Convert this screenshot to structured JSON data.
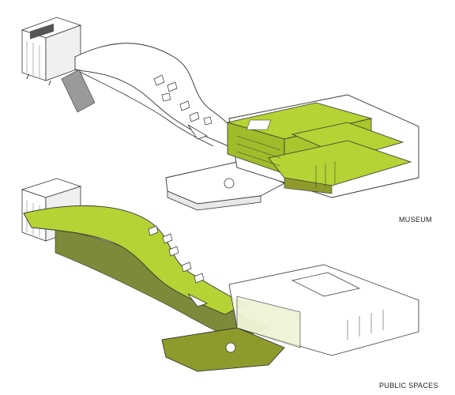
{
  "diagram": {
    "panels": [
      {
        "id": "museum",
        "label": "MUSEUM",
        "highlight": "building"
      },
      {
        "id": "public",
        "label": "PUBLIC SPACES",
        "highlight": "landscape"
      }
    ]
  },
  "colors": {
    "highlight": "#b5d334",
    "highlight_dark": "#8e9b2c",
    "shadow": "#7d8a3a",
    "line": "#333333",
    "fill": "#ffffff",
    "ghost": "#d8d8d8"
  }
}
